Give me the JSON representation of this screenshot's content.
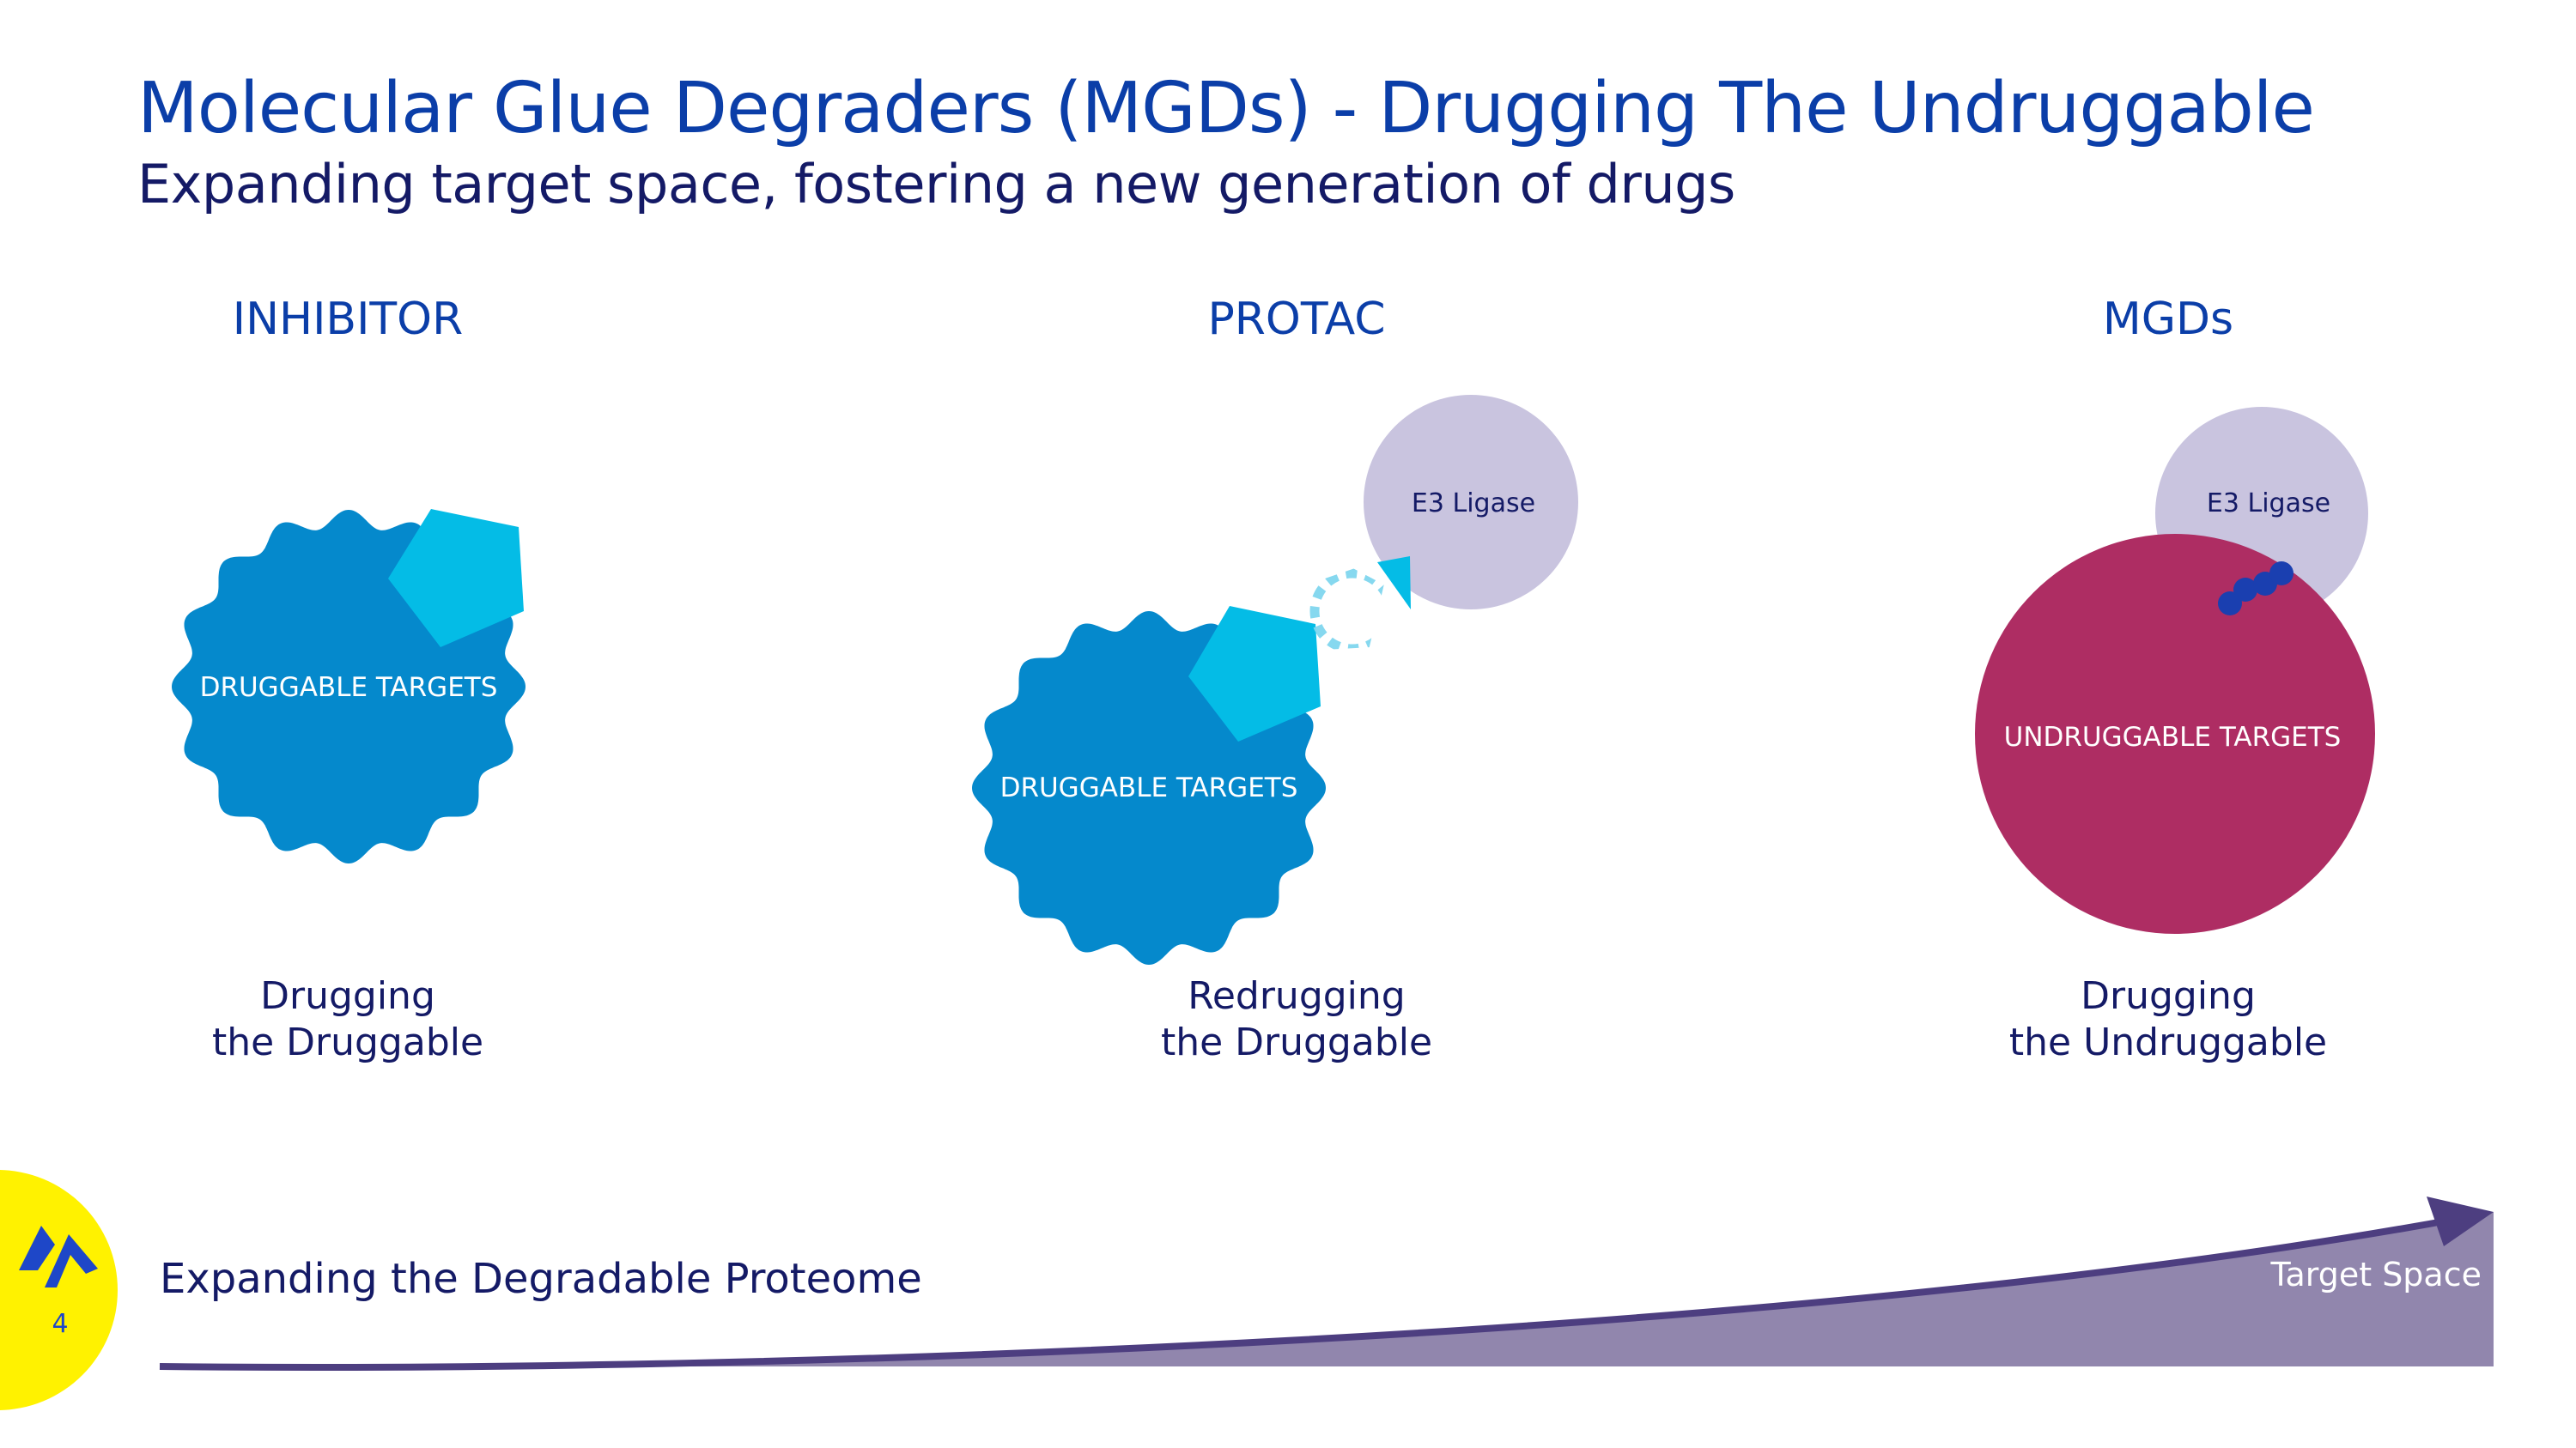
{
  "title": "Molecular Glue Degraders (MGDs) - Drugging The Undruggable",
  "subtitle": "Expanding target space, fostering a new generation of drugs",
  "columns": [
    {
      "heading": "INHIBITOR",
      "target_label": "DRUGGABLE TARGETS",
      "caption_line1": "Drugging",
      "caption_line2": "the Druggable"
    },
    {
      "heading": "PROTAC",
      "target_label": "DRUGGABLE TARGETS",
      "ligase_label": "E3 Ligase",
      "caption_line1": "Redrugging",
      "caption_line2": "the Druggable"
    },
    {
      "heading": "MGDs",
      "target_label": "UNDRUGGABLE TARGETS",
      "ligase_label": "E3 Ligase",
      "caption_line1": "Drugging",
      "caption_line2": "the Undruggable"
    }
  ],
  "footer": {
    "label": "Expanding the Degradable Proteome",
    "arrow_label": "Target Space",
    "page_number": "4"
  },
  "colors": {
    "title_blue": "#0b3ea8",
    "navy": "#141a66",
    "druggable_blue": "#0589cc",
    "ligand_cyan": "#04bce6",
    "ligase_lavender": "#c9c4df",
    "undruggable_magenta": "#ae2d63",
    "glue_blue": "#1a3fb0",
    "arrow_purple": "#4d3e80",
    "area_purple": "#9186ad",
    "logo_yellow": "#fff200",
    "logo_blue": "#1e47c8"
  },
  "icons": {
    "logo": "company-logo-icon",
    "ligand": "pentagon-ligand-icon",
    "linker": "dashed-linker-icon",
    "glue": "molecular-glue-icon"
  }
}
